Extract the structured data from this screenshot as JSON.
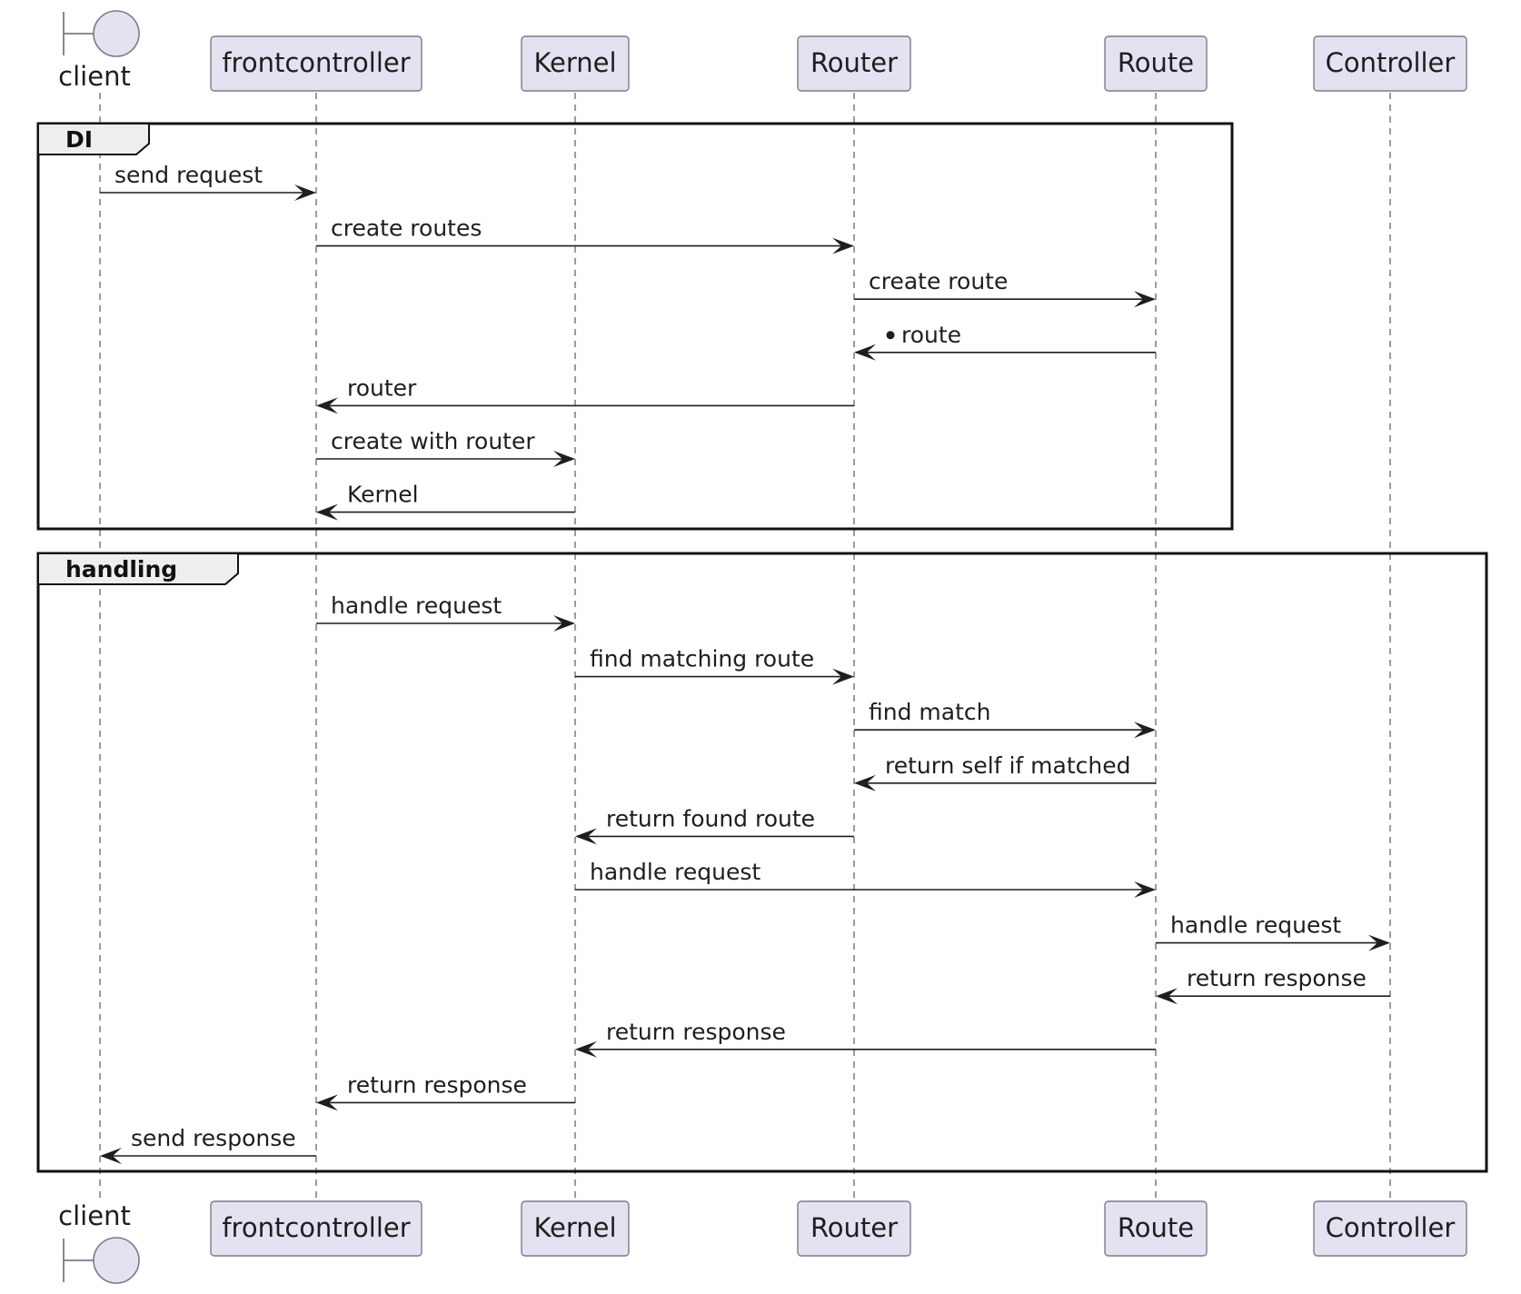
{
  "participants": [
    {
      "key": "client",
      "label": "client",
      "kind": "boundary"
    },
    {
      "key": "frontcontroller",
      "label": "frontcontroller",
      "kind": "participant"
    },
    {
      "key": "kernel",
      "label": "Kernel",
      "kind": "participant"
    },
    {
      "key": "router",
      "label": "Router",
      "kind": "participant"
    },
    {
      "key": "route",
      "label": "Route",
      "kind": "participant"
    },
    {
      "key": "controller",
      "label": "Controller",
      "kind": "participant"
    }
  ],
  "groups": [
    {
      "label": "DI",
      "messages": [
        {
          "from": "client",
          "to": "frontcontroller",
          "label": "send request"
        },
        {
          "from": "frontcontroller",
          "to": "router",
          "label": "create routes"
        },
        {
          "from": "router",
          "to": "route",
          "label": "create route"
        },
        {
          "from": "route",
          "to": "router",
          "label": "route",
          "bullet": true
        },
        {
          "from": "router",
          "to": "frontcontroller",
          "label": "router"
        },
        {
          "from": "frontcontroller",
          "to": "kernel",
          "label": "create with router"
        },
        {
          "from": "kernel",
          "to": "frontcontroller",
          "label": "Kernel"
        }
      ]
    },
    {
      "label": "handling",
      "messages": [
        {
          "from": "frontcontroller",
          "to": "kernel",
          "label": "handle request"
        },
        {
          "from": "kernel",
          "to": "router",
          "label": "find matching route"
        },
        {
          "from": "router",
          "to": "route",
          "label": "find match"
        },
        {
          "from": "route",
          "to": "router",
          "label": "return self if matched"
        },
        {
          "from": "router",
          "to": "kernel",
          "label": "return found route"
        },
        {
          "from": "kernel",
          "to": "route",
          "label": "handle request"
        },
        {
          "from": "route",
          "to": "controller",
          "label": "handle request"
        },
        {
          "from": "controller",
          "to": "route",
          "label": "return response"
        },
        {
          "from": "route",
          "to": "kernel",
          "label": "return response"
        },
        {
          "from": "kernel",
          "to": "frontcontroller",
          "label": "return response"
        },
        {
          "from": "frontcontroller",
          "to": "client",
          "label": "send response"
        }
      ]
    }
  ]
}
